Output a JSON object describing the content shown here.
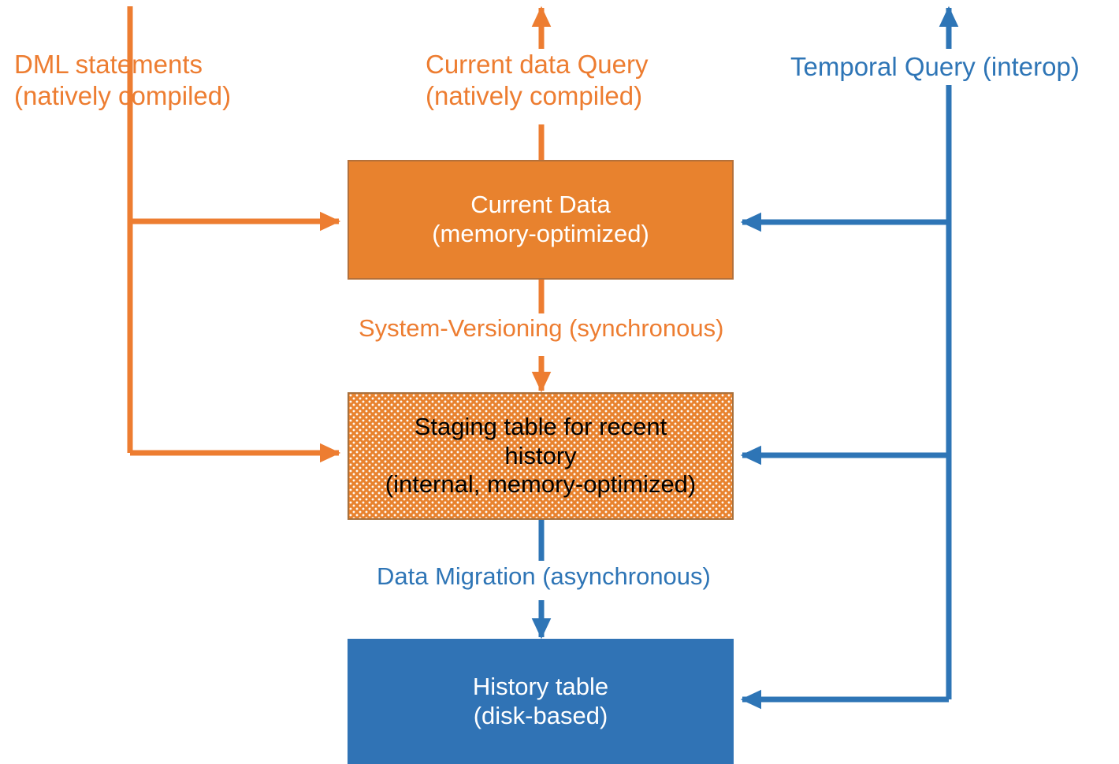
{
  "diagram": {
    "title": "Temporal tables with memory-optimized current data and disk-based history",
    "colors": {
      "orange": "#ED7D31",
      "orange_fill": "#E8822E",
      "orange_border": "#B4703A",
      "blue": "#2E75B6",
      "blue_fill": "#3073B5",
      "white": "#FFFFFF",
      "black": "#000000",
      "background": "#FFFFFF"
    },
    "nodes": [
      {
        "id": "current-data",
        "line1": "Current Data",
        "line2": "(memory-optimized)",
        "fill": "#E8822E",
        "text_color": "#FFFFFF",
        "pattern": "solid"
      },
      {
        "id": "staging-table",
        "line1": "Staging table for recent",
        "line2": "history",
        "line3": "(internal, memory-optimized)",
        "fill": "#E8822E",
        "text_color": "#000000",
        "pattern": "dotted"
      },
      {
        "id": "history-table",
        "line1": "History table",
        "line2": "(disk-based)",
        "fill": "#3073B5",
        "text_color": "#FFFFFF",
        "pattern": "solid"
      }
    ],
    "edge_labels": [
      {
        "id": "dml-statements",
        "line1": "DML statements",
        "line2": "(natively compiled)",
        "color": "#ED7D31"
      },
      {
        "id": "current-data-query",
        "line1": "Current data Query",
        "line2": "(natively compiled)",
        "color": "#ED7D31"
      },
      {
        "id": "temporal-query",
        "line1": "Temporal Query (interop)",
        "color": "#2E75B6"
      },
      {
        "id": "system-versioning",
        "line1": "System-Versioning (synchronous)",
        "color": "#ED7D31"
      },
      {
        "id": "data-migration",
        "line1": "Data  Migration (asynchronous)",
        "color": "#2E75B6"
      }
    ],
    "connectors": [
      {
        "id": "dml-to-current-data",
        "color": "#ED7D31",
        "from": "dml-statements",
        "to": "current-data",
        "arrow": "right"
      },
      {
        "id": "dml-to-staging",
        "color": "#ED7D31",
        "from": "dml-statements",
        "to": "staging-table",
        "arrow": "right"
      },
      {
        "id": "current-query-out",
        "color": "#ED7D31",
        "from": "current-data",
        "to": "current-data-query",
        "arrow": "up"
      },
      {
        "id": "system-versioning-flow",
        "color": "#ED7D31",
        "from": "current-data",
        "to": "staging-table",
        "arrow": "down"
      },
      {
        "id": "data-migration-flow",
        "color": "#2E75B6",
        "from": "staging-table",
        "to": "history-table",
        "arrow": "down"
      },
      {
        "id": "temporal-to-current-data",
        "color": "#2E75B6",
        "from": "temporal-query",
        "to": "current-data",
        "arrow": "left"
      },
      {
        "id": "temporal-to-staging",
        "color": "#2E75B6",
        "from": "temporal-query",
        "to": "staging-table",
        "arrow": "left"
      },
      {
        "id": "temporal-to-history",
        "color": "#2E75B6",
        "from": "temporal-query",
        "to": "history-table",
        "arrow": "left"
      }
    ]
  }
}
